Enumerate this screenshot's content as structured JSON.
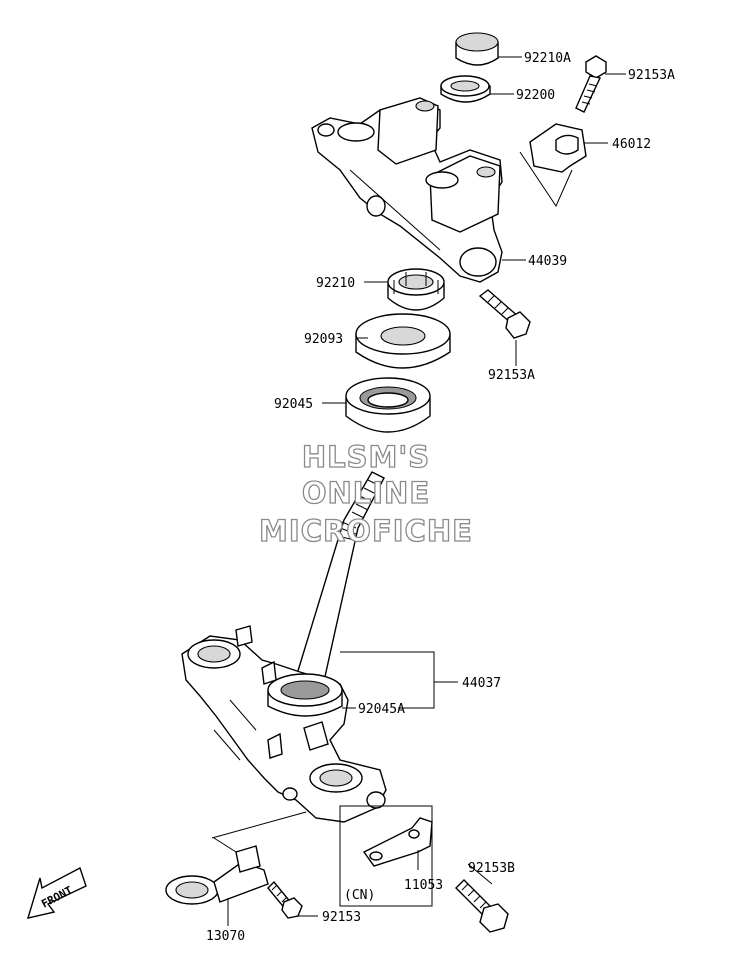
{
  "watermark": {
    "line1": "HLSM'S",
    "line2": "ONLINE",
    "line3": "MICROFICHE"
  },
  "front_arrow": "FRONT",
  "labels": {
    "p92210A": "92210A",
    "p92153A_top": "92153A",
    "p92200": "92200",
    "p46012": "46012",
    "p44039": "44039",
    "p92210": "92210",
    "p92093": "92093",
    "p92153A_mid": "92153A",
    "p92045": "92045",
    "p44037": "44037",
    "p92045A": "92045A",
    "p92153B": "92153B",
    "p11053": "11053",
    "cn": "(CN)",
    "p92153": "92153",
    "p13070": "13070"
  }
}
